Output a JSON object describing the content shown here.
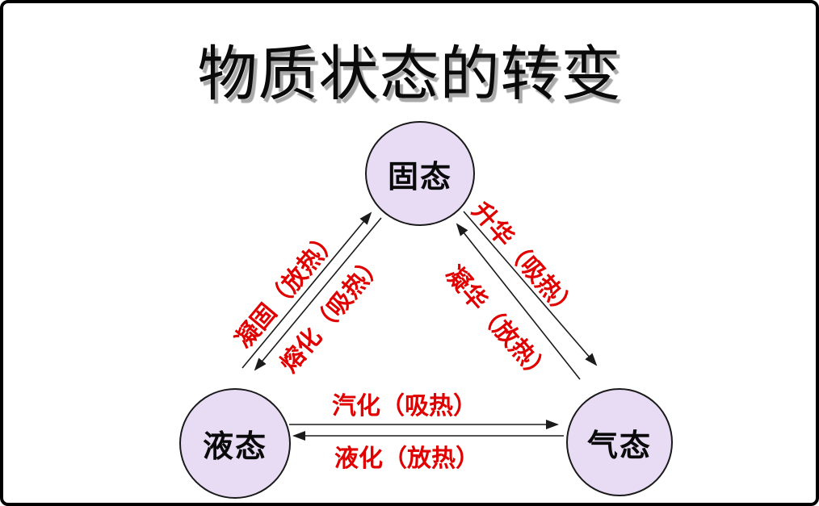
{
  "title": "物质状态的转变",
  "colors": {
    "background": "#ffffff",
    "frame_border": "#000000",
    "circle_fill": "#e7dcf4",
    "circle_border": "#1a1a1a",
    "node_text": "#0a0a0a",
    "transition_text": "#e00000",
    "arrow": "#1b1b1b",
    "title_text": "#0a0a0a",
    "title_shadow": "#a8a8a8"
  },
  "nodes": [
    {
      "id": "solid",
      "label": "固态"
    },
    {
      "id": "liquid",
      "label": "液态"
    },
    {
      "id": "gas",
      "label": "气态"
    }
  ],
  "transitions": [
    {
      "id": "solidification",
      "label": "凝固（放热）",
      "from": "液态",
      "to": "固态"
    },
    {
      "id": "melting",
      "label": "熔化（吸热）",
      "from": "固态",
      "to": "液态"
    },
    {
      "id": "sublimation",
      "label": "升华（吸热）",
      "from": "固态",
      "to": "气态"
    },
    {
      "id": "deposition",
      "label": "凝华（放热）",
      "from": "气态",
      "to": "固态"
    },
    {
      "id": "vaporization",
      "label": "汽化（吸热）",
      "from": "液态",
      "to": "气态"
    },
    {
      "id": "liquefaction",
      "label": "液化（放热）",
      "from": "气态",
      "to": "液态"
    }
  ]
}
